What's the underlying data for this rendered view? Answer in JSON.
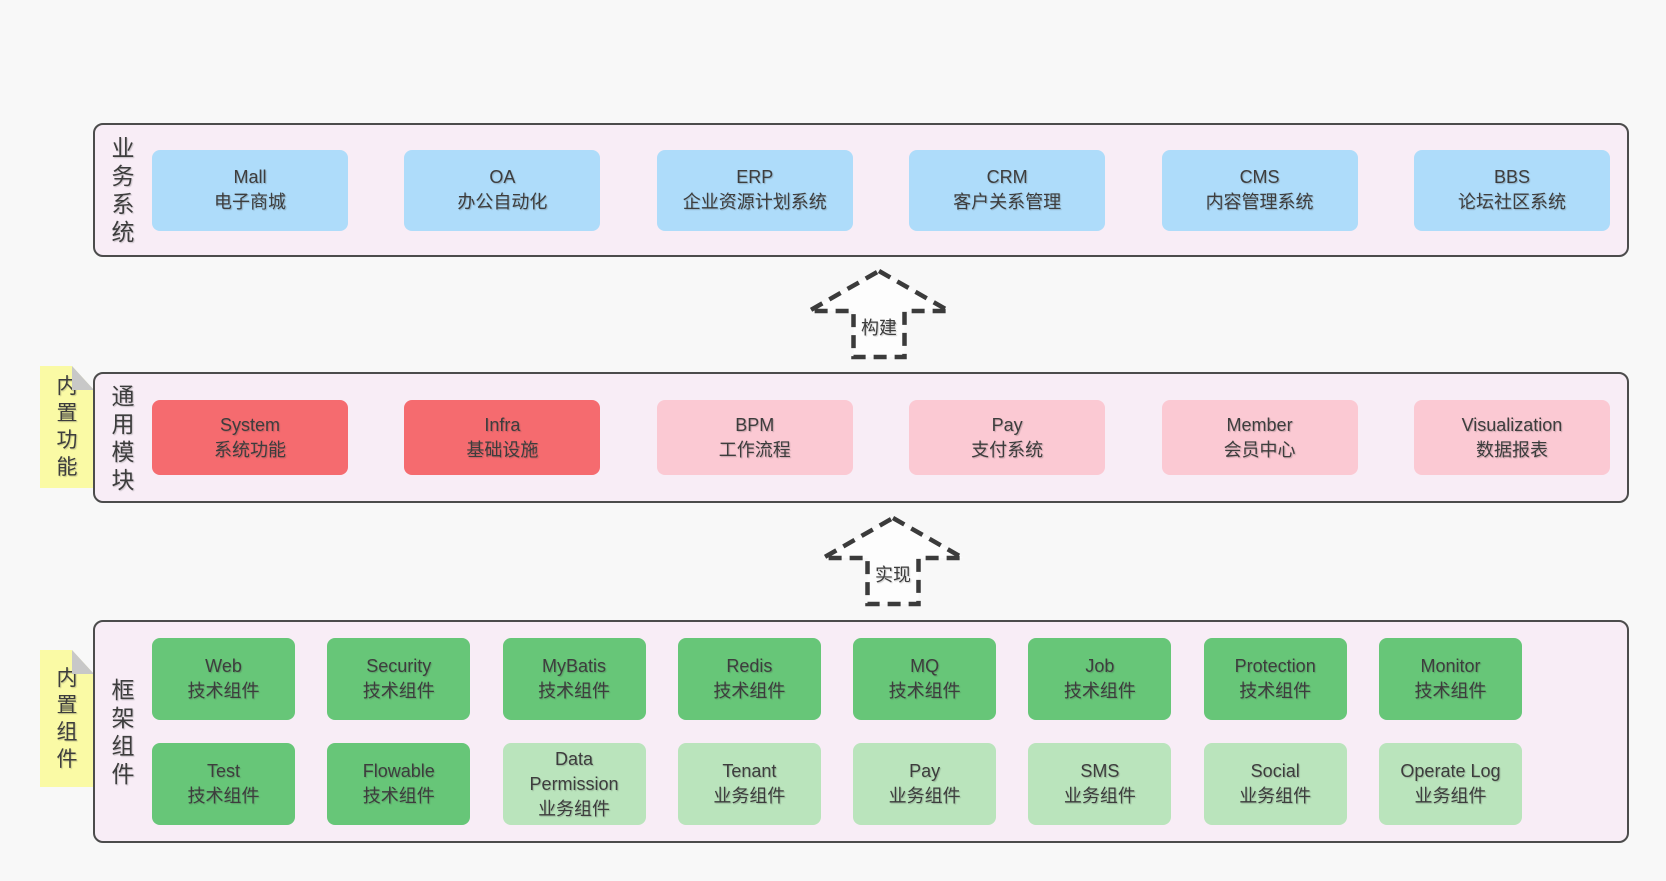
{
  "palette": {
    "blue": "#aedcfa",
    "red": "#f56b6f",
    "pink": "#fbc9d3",
    "green": "#67c678",
    "lightgreen": "#bae4bc",
    "panel_bg": "#f8edf6",
    "panel_border": "#4c4c4c",
    "note_yellow": "#fafaa5",
    "note_fold_gray": "#c8c8c8",
    "text": "#3d3d3d",
    "page_bg": "#f8f8f8"
  },
  "arrows": [
    {
      "label": "构建"
    },
    {
      "label": "实现"
    }
  ],
  "panels": [
    {
      "label": "业务系统",
      "rows": [
        [
          {
            "en": "Mall",
            "zh": "电子商城",
            "variant": "blue"
          },
          {
            "en": "OA",
            "zh": "办公自动化",
            "variant": "blue"
          },
          {
            "en": "ERP",
            "zh": "企业资源计划系统",
            "variant": "blue"
          },
          {
            "en": "CRM",
            "zh": "客户关系管理",
            "variant": "blue"
          },
          {
            "en": "CMS",
            "zh": "内容管理系统",
            "variant": "blue"
          },
          {
            "en": "BBS",
            "zh": "论坛社区系统",
            "variant": "blue"
          }
        ]
      ]
    },
    {
      "label": "通用模块",
      "note": "内置功能",
      "rows": [
        [
          {
            "en": "System",
            "zh": "系统功能",
            "variant": "red"
          },
          {
            "en": "Infra",
            "zh": "基础设施",
            "variant": "red"
          },
          {
            "en": "BPM",
            "zh": "工作流程",
            "variant": "pink"
          },
          {
            "en": "Pay",
            "zh": "支付系统",
            "variant": "pink"
          },
          {
            "en": "Member",
            "zh": "会员中心",
            "variant": "pink"
          },
          {
            "en": "Visualization",
            "zh": "数据报表",
            "variant": "pink"
          }
        ]
      ]
    },
    {
      "label": "框架组件",
      "note": "内置组件",
      "rows": [
        [
          {
            "en": "Web",
            "zh": "技术组件",
            "variant": "green"
          },
          {
            "en": "Security",
            "zh": "技术组件",
            "variant": "green"
          },
          {
            "en": "MyBatis",
            "zh": "技术组件",
            "variant": "green"
          },
          {
            "en": "Redis",
            "zh": "技术组件",
            "variant": "green"
          },
          {
            "en": "MQ",
            "zh": "技术组件",
            "variant": "green"
          },
          {
            "en": "Job",
            "zh": "技术组件",
            "variant": "green"
          },
          {
            "en": "Protection",
            "zh": "技术组件",
            "variant": "green"
          },
          {
            "en": "Monitor",
            "zh": "技术组件",
            "variant": "green"
          }
        ],
        [
          {
            "en": "Test",
            "zh": "技术组件",
            "variant": "green"
          },
          {
            "en": "Flowable",
            "zh": "技术组件",
            "variant": "green"
          },
          {
            "en": "Data Permission",
            "zh": "业务组件",
            "variant": "lightgreen"
          },
          {
            "en": "Tenant",
            "zh": "业务组件",
            "variant": "lightgreen"
          },
          {
            "en": "Pay",
            "zh": "业务组件",
            "variant": "lightgreen"
          },
          {
            "en": "SMS",
            "zh": "业务组件",
            "variant": "lightgreen"
          },
          {
            "en": "Social",
            "zh": "业务组件",
            "variant": "lightgreen"
          },
          {
            "en": "Operate Log",
            "zh": "业务组件",
            "variant": "lightgreen"
          }
        ]
      ]
    }
  ]
}
